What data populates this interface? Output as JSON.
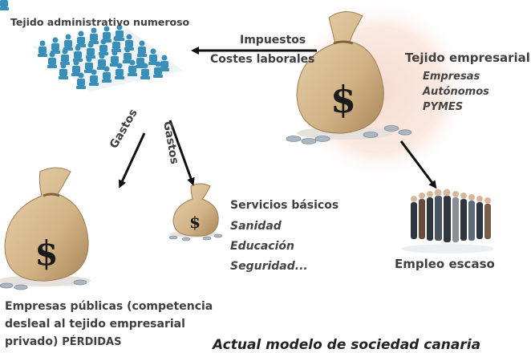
{
  "admin": {
    "title": "Tejido administrativo numeroso"
  },
  "arrows": {
    "impuestos": "Impuestos",
    "costes": "Costes laborales",
    "gasto_left": "Gastos",
    "gasto_right": "Gastos"
  },
  "empresarial": {
    "title": "Tejido empresarial",
    "items": [
      "Empresas",
      "Autónomos",
      "PYMES"
    ]
  },
  "servicios": {
    "title": "Servicios básicos",
    "items": [
      "Sanidad",
      "Educación",
      "Seguridad..."
    ]
  },
  "empleo": {
    "title": "Empleo escaso"
  },
  "publicas": {
    "line1": "Empresas públicas (competencia",
    "line2": "desleal al tejido empresarial",
    "line3": "privado)",
    "loss": "PÉRDIDAS"
  },
  "caption": "Actual modelo de sociedad canaria",
  "colors": {
    "bag": "#d8bb8e",
    "bag_shadow": "#a88a5c",
    "chairs": "#3a8fb8",
    "glow": "#f3d6c8",
    "coin": "#aab7c2"
  },
  "icons": [
    "money-bag-icon",
    "dollar-sign-icon",
    "coins-icon",
    "people-crowd-icon",
    "office-chairs-icon",
    "arrow-icon"
  ]
}
